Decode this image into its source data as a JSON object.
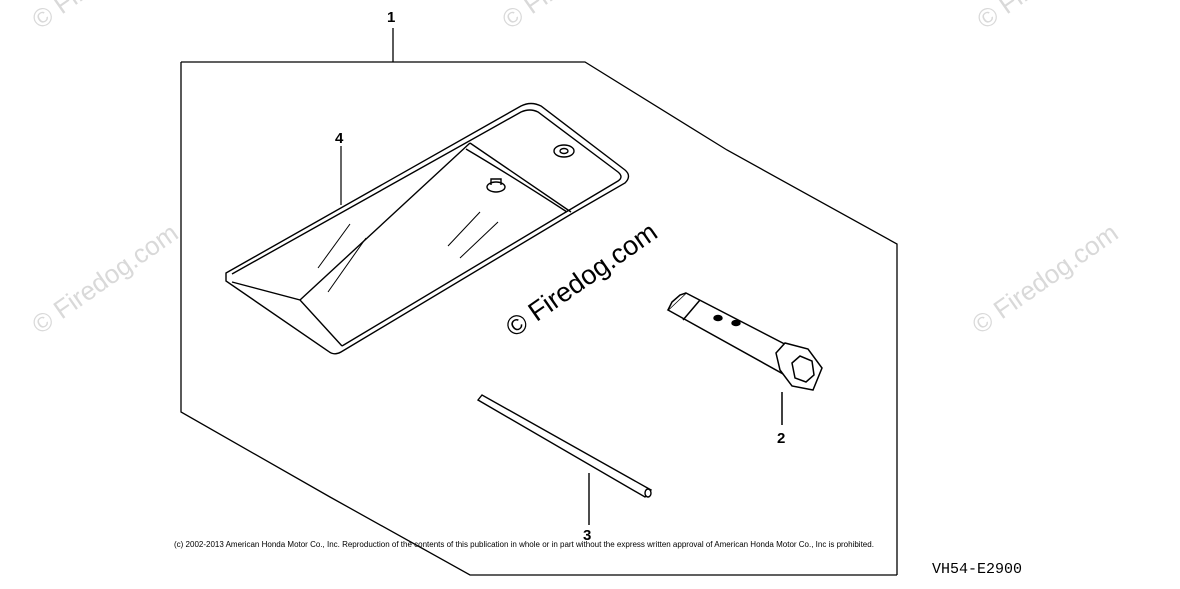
{
  "callouts": {
    "kit": "1",
    "wrench": "2",
    "bar": "3",
    "bag": "4"
  },
  "watermarks": {
    "center": "© Firedog.com",
    "repeat": "© Firedog.com"
  },
  "footer": {
    "copyright": "(c) 2002-2013 American Honda Motor Co., Inc. Reproduction of the contents of this publication in whole or in part without the express written approval of American Honda Motor Co., Inc is prohibited.",
    "diagram_code": "VH54-E2900"
  },
  "colors": {
    "line": "#000000",
    "watermark": "#d9d9d9"
  }
}
